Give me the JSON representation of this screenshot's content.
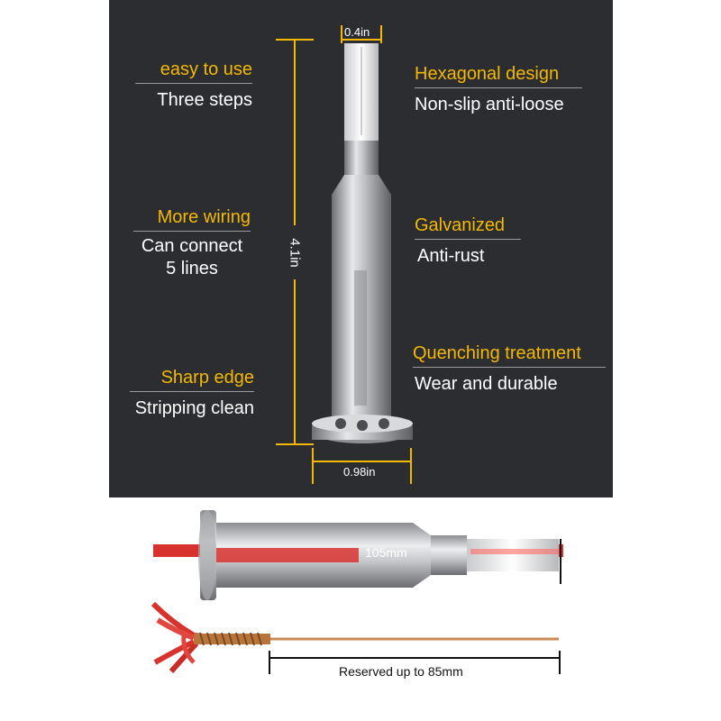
{
  "features_left": [
    {
      "title": "easy to use",
      "subtitle": [
        "Three steps"
      ]
    },
    {
      "title": "More wiring",
      "subtitle": [
        "Can connect",
        "5 lines"
      ]
    },
    {
      "title": "Sharp edge",
      "subtitle": [
        "Stripping clean"
      ]
    }
  ],
  "features_right": [
    {
      "title": "Hexagonal design",
      "subtitle": [
        "Non-slip anti-loose"
      ]
    },
    {
      "title": "Galvanized",
      "subtitle": [
        "Anti-rust"
      ]
    },
    {
      "title": "Quenching treatment",
      "subtitle": [
        "Wear and durable"
      ]
    }
  ],
  "dimensions": {
    "top_width": "0.4in",
    "height": "4.1in",
    "base_width": "0.98in"
  },
  "bottom": {
    "wire_length": "105mm",
    "reserved": "Reserved up to 85mm"
  },
  "colors": {
    "panel": "#2b2d30",
    "accent": "#f5b800",
    "wire": "#d8322e",
    "copper": "#b8743a"
  }
}
